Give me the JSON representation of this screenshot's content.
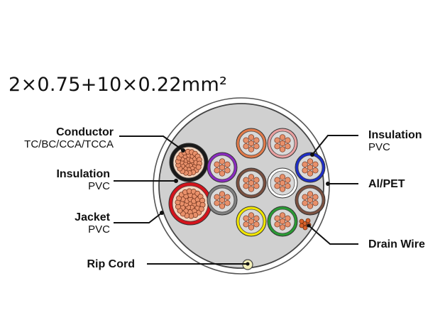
{
  "title": "2×0.75+10×0.22mm²",
  "labels": {
    "conductor": {
      "name": "Conductor",
      "sub": "TC/BC/CCA/TCCA"
    },
    "insulation_left": {
      "name": "Insulation",
      "sub": "PVC"
    },
    "jacket": {
      "name": "Jacket",
      "sub": "PVC"
    },
    "rip_cord": {
      "name": "Rip Cord"
    },
    "insulation_right": {
      "name": "Insulation",
      "sub": "PVC"
    },
    "al_pet": {
      "name": "Al/PET"
    },
    "drain_wire": {
      "name": "Drain Wire"
    }
  },
  "colors": {
    "jacket_fill": "#d0d0d0",
    "copper": "#e8906a",
    "red": "#d4141c",
    "purple": "#8a2bbf",
    "orange": "#e07a4a",
    "pink": "#e9a0a0",
    "blue": "#1e2ec8",
    "brown": "#7a5040",
    "grey": "#808080",
    "white": "#ffffff",
    "yellow": "#f2e600",
    "green": "#2a9a34"
  },
  "cores": {
    "large": [
      "black",
      "red"
    ],
    "small": [
      "purple",
      "orange",
      "pink",
      "blue",
      "brown",
      "white",
      "grey",
      "yellow",
      "green",
      "brown"
    ]
  }
}
